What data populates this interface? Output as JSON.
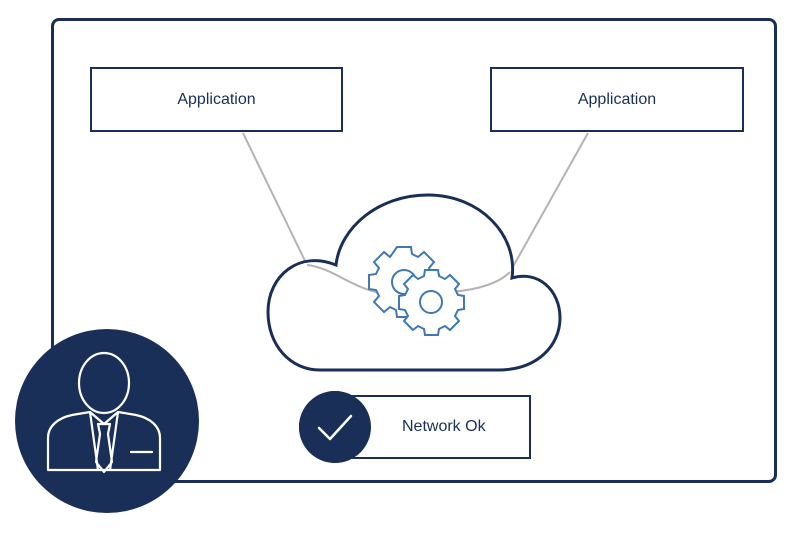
{
  "applications": [
    {
      "label": "Application"
    },
    {
      "label": "Application"
    }
  ],
  "status": {
    "label": "Network Ok",
    "icon": "check-icon"
  },
  "icons": {
    "cloud": "cloud-icon",
    "gears": "gears-icon",
    "user": "businessman-icon"
  },
  "colors": {
    "navy": "#1a2f57",
    "gear_blue": "#3f78b5",
    "connector": "#b3b3b3",
    "background": "#ffffff"
  }
}
